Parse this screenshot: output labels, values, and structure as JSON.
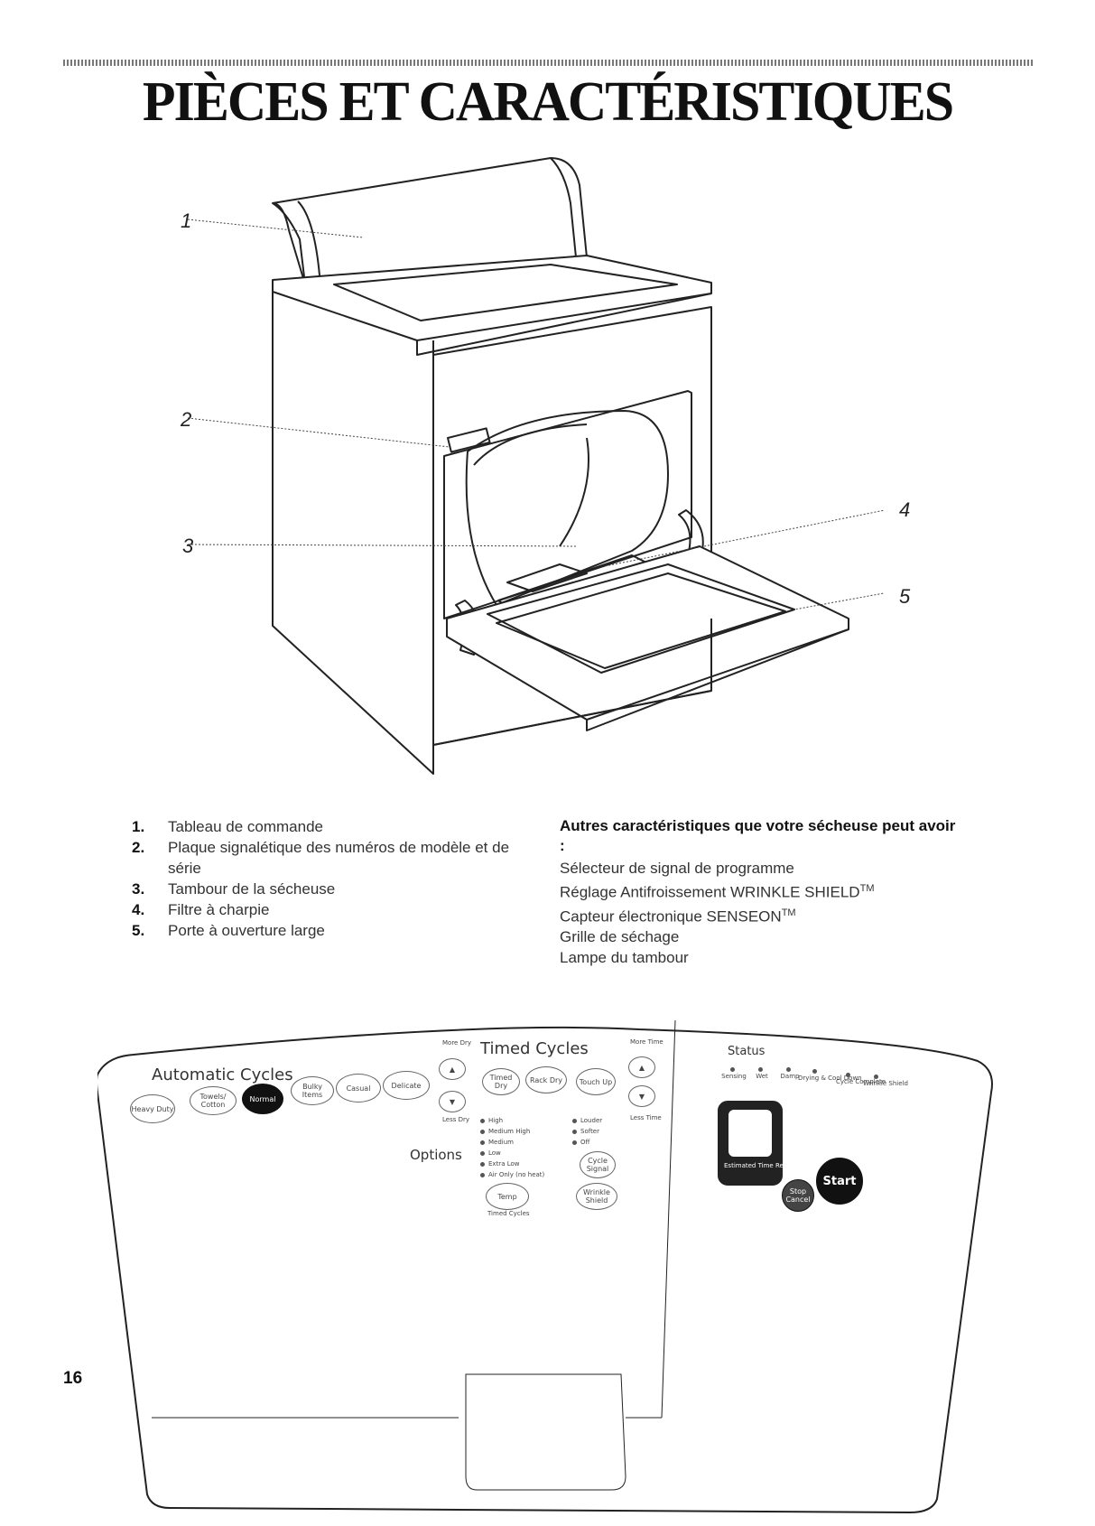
{
  "page": {
    "title": "PIÈCES ET CARACTÉRISTIQUES",
    "page_number": "16"
  },
  "callouts": [
    "1",
    "2",
    "3",
    "4",
    "5"
  ],
  "parts": [
    {
      "num": "1.",
      "text": "Tableau de commande"
    },
    {
      "num": "2.",
      "text": "Plaque signalétique des numéros de modèle et de série"
    },
    {
      "num": "3.",
      "text": "Tambour de la sécheuse"
    },
    {
      "num": "4.",
      "text": "Filtre à charpie"
    },
    {
      "num": "5.",
      "text": "Porte à ouverture large"
    }
  ],
  "features": {
    "heading": "Autres caractéristiques que votre sécheuse peut avoir :",
    "items": [
      "Sélecteur de signal de programme",
      "Réglage Antifroissement WRINKLE SHIELD",
      "Capteur électronique SENSEON",
      "Grille de séchage",
      "Lampe du tambour"
    ],
    "tm": "TM"
  },
  "panel": {
    "automatic_cycles": "Automatic Cycles",
    "timed_cycles": "Timed Cycles",
    "status": "Status",
    "options": "Options",
    "auto_buttons": [
      "Heavy Duty",
      "Towels/ Cotton",
      "Normal",
      "Bulky Items",
      "Casual",
      "Delicate"
    ],
    "more_dry": "More Dry",
    "less_dry": "Less Dry",
    "timed_buttons": [
      "Timed Dry",
      "Rack Dry",
      "Touch Up"
    ],
    "more_time": "More Time",
    "less_time": "Less Time",
    "temp_options": [
      "High",
      "Medium High",
      "Medium",
      "Low",
      "Extra Low",
      "Air Only (no heat)"
    ],
    "signal_options": [
      "Louder",
      "Softer",
      "Off"
    ],
    "temp_button": "Temp",
    "timed_cycles_small": "Timed Cycles",
    "cycle_signal": "Cycle Signal",
    "wrinkle_shield": "Wrinkle Shield",
    "status_items": [
      "Sensing",
      "Wet",
      "Damp",
      "Drying & Cool Down",
      "Cycle Complete",
      "Wrinkle Shield"
    ],
    "estimated_time": "Estimated Time Remaining",
    "stop_cancel": "Stop Cancel",
    "start": "Start"
  }
}
